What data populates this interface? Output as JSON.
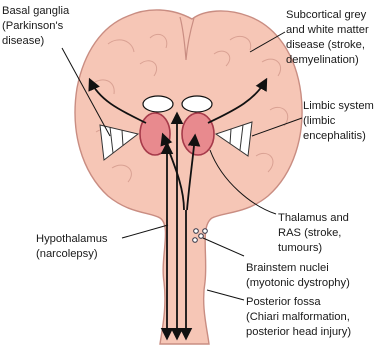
{
  "labels": {
    "basal_ganglia": [
      "Basal ganglia",
      "(Parkinson's",
      "disease)"
    ],
    "subcortical": [
      "Subcortical grey",
      "and white matter",
      "disease (stroke,",
      "demyelination)"
    ],
    "limbic": [
      "Limbic system",
      "(limbic",
      "encephalitis)"
    ],
    "thalamus": [
      "Thalamus and",
      "RAS (stroke,",
      "tumours)"
    ],
    "hypothalamus": [
      "Hypothalamus",
      "(narcolepsy)"
    ],
    "brainstem": [
      "Brainstem nuclei",
      "(myotonic dystrophy)"
    ],
    "posterior_fossa": [
      "Posterior fossa",
      "(Chiari malformation,",
      "posterior head injury)"
    ]
  },
  "colors": {
    "brain_fill": "#f6c6b6",
    "brain_outline": "#c98d82",
    "thalamus_fill": "#e88a8e",
    "thalamus_outline": "#a63a4a",
    "arrow": "#111111",
    "text": "#1a1a1a"
  }
}
